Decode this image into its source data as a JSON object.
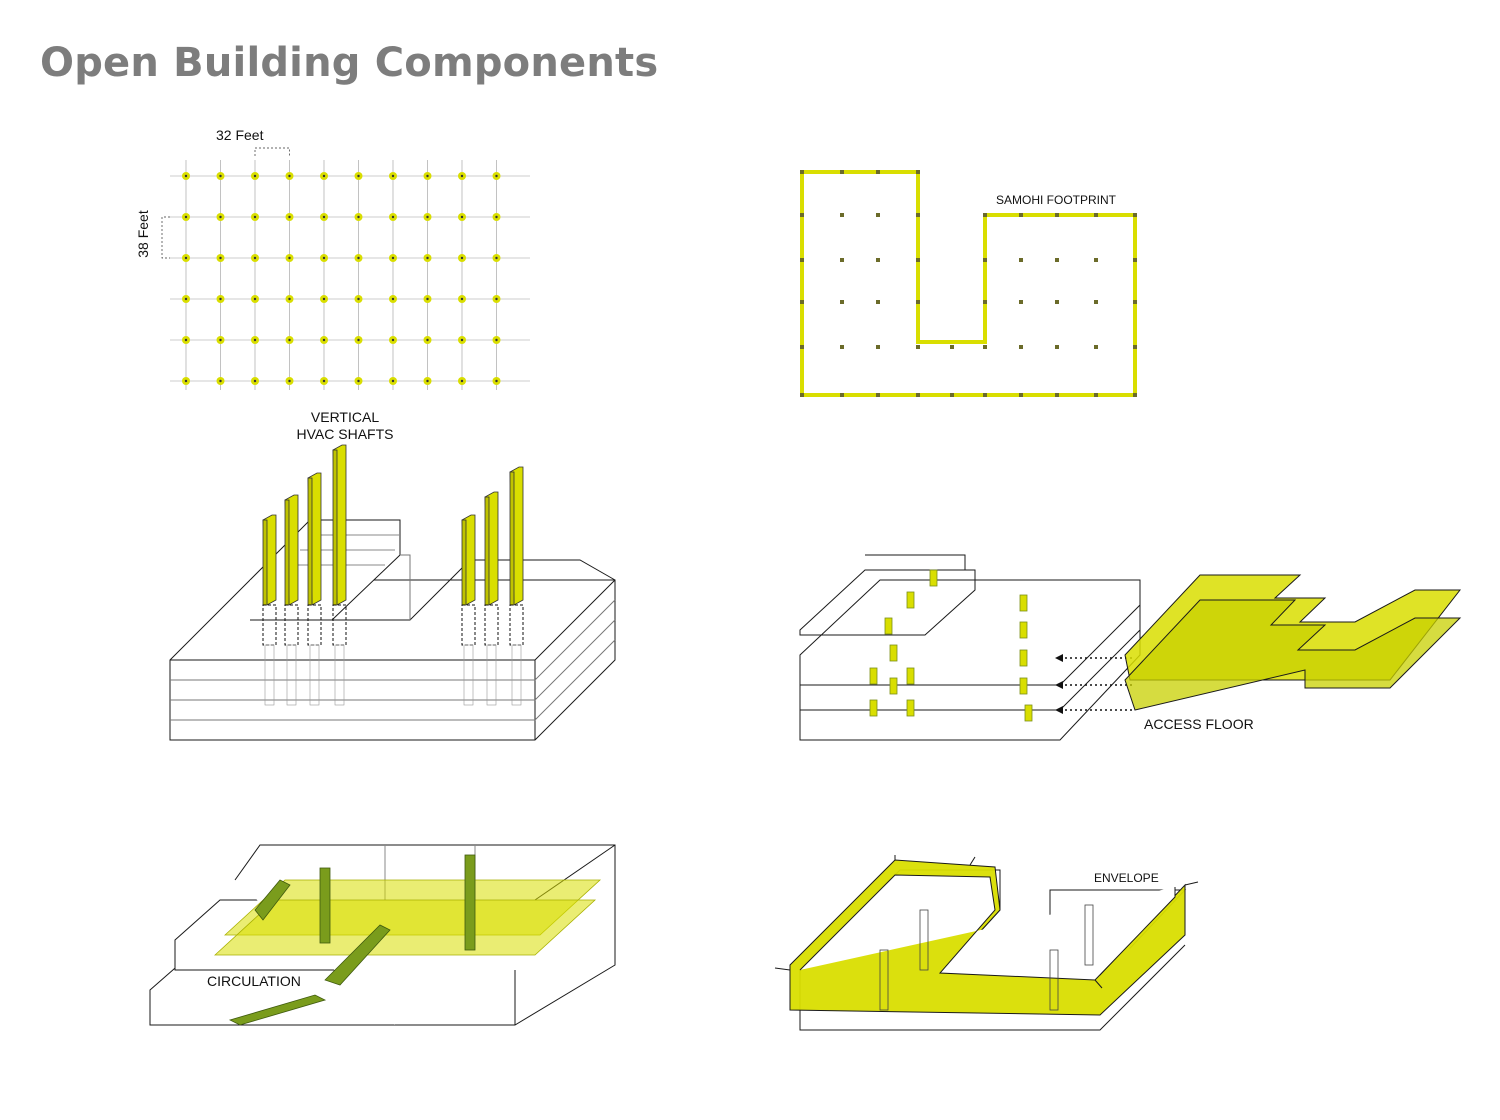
{
  "title": "Open Building Components",
  "grid": {
    "width_label": "32 Feet",
    "height_label": "38 Feet",
    "columns": 10,
    "rows": 6
  },
  "footprint": {
    "label": "SAMOHI FOOTPRINT"
  },
  "hvac": {
    "label_line1": "VERTICAL",
    "label_line2": "HVAC SHAFTS"
  },
  "access_floor": {
    "label": "ACCESS FLOOR"
  },
  "circulation": {
    "label": "CIRCULATION"
  },
  "envelope": {
    "label": "ENVELOPE"
  },
  "colors": {
    "accent": "#d9de00",
    "accent_dark": "#7a8f1a",
    "accent_light": "#eef06a",
    "outline": "#1a1a1a",
    "title": "#7d7d7d",
    "grid_line": "#9a9a9a"
  }
}
